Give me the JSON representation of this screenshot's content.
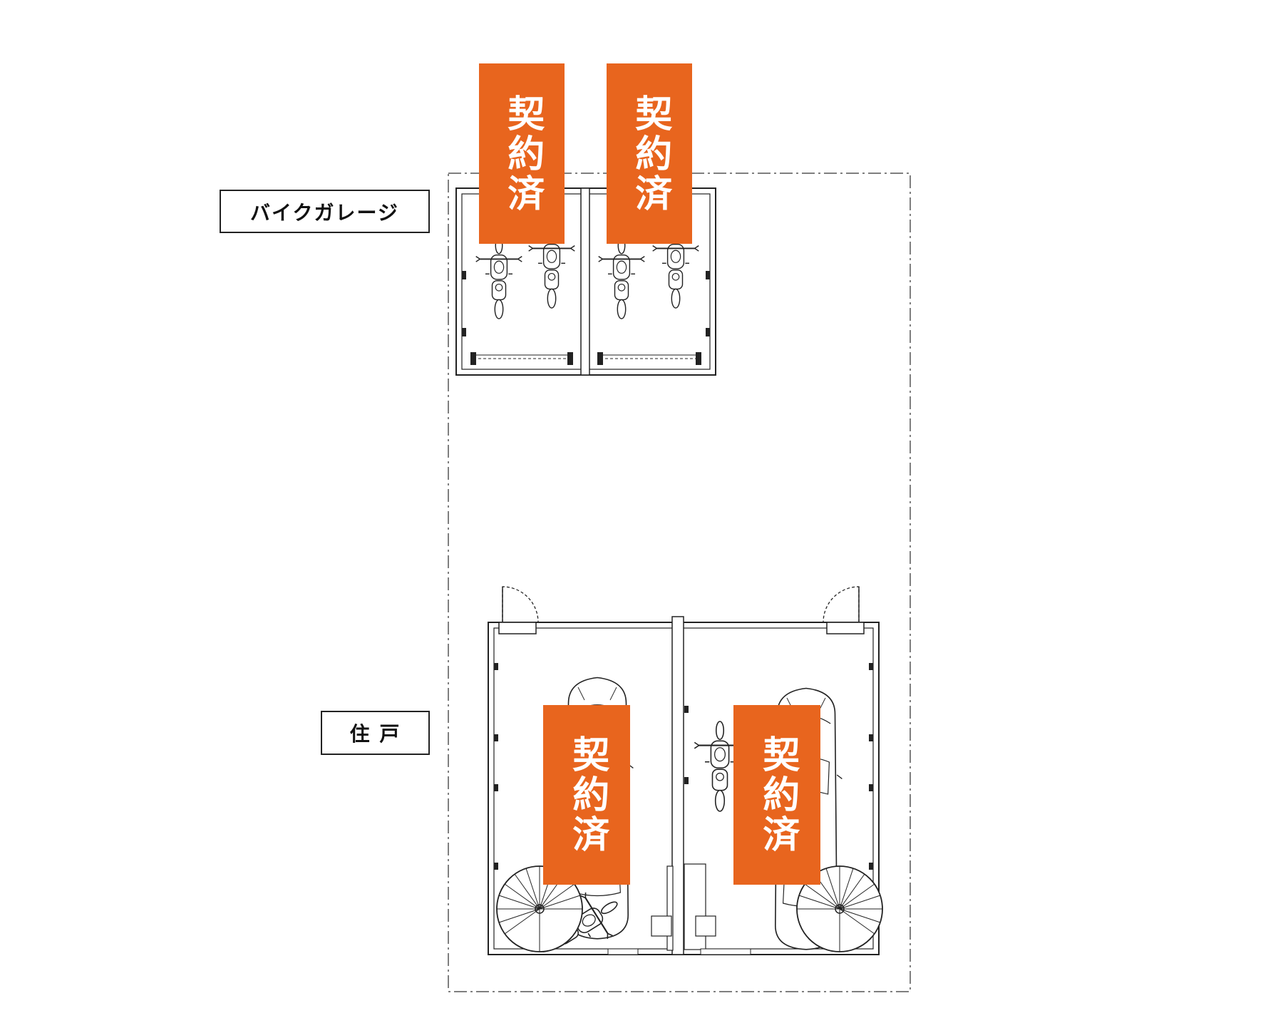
{
  "labels": {
    "bike_garage": "バイクガレージ",
    "house": "住 戸"
  },
  "status_tag": "契約済",
  "colors": {
    "tag": "#e8651e",
    "line": "#222222",
    "boundary": "#555555"
  },
  "icons": [
    "motorcycle-icon",
    "car-icon",
    "spiral-stair-icon",
    "door-swing-icon"
  ]
}
